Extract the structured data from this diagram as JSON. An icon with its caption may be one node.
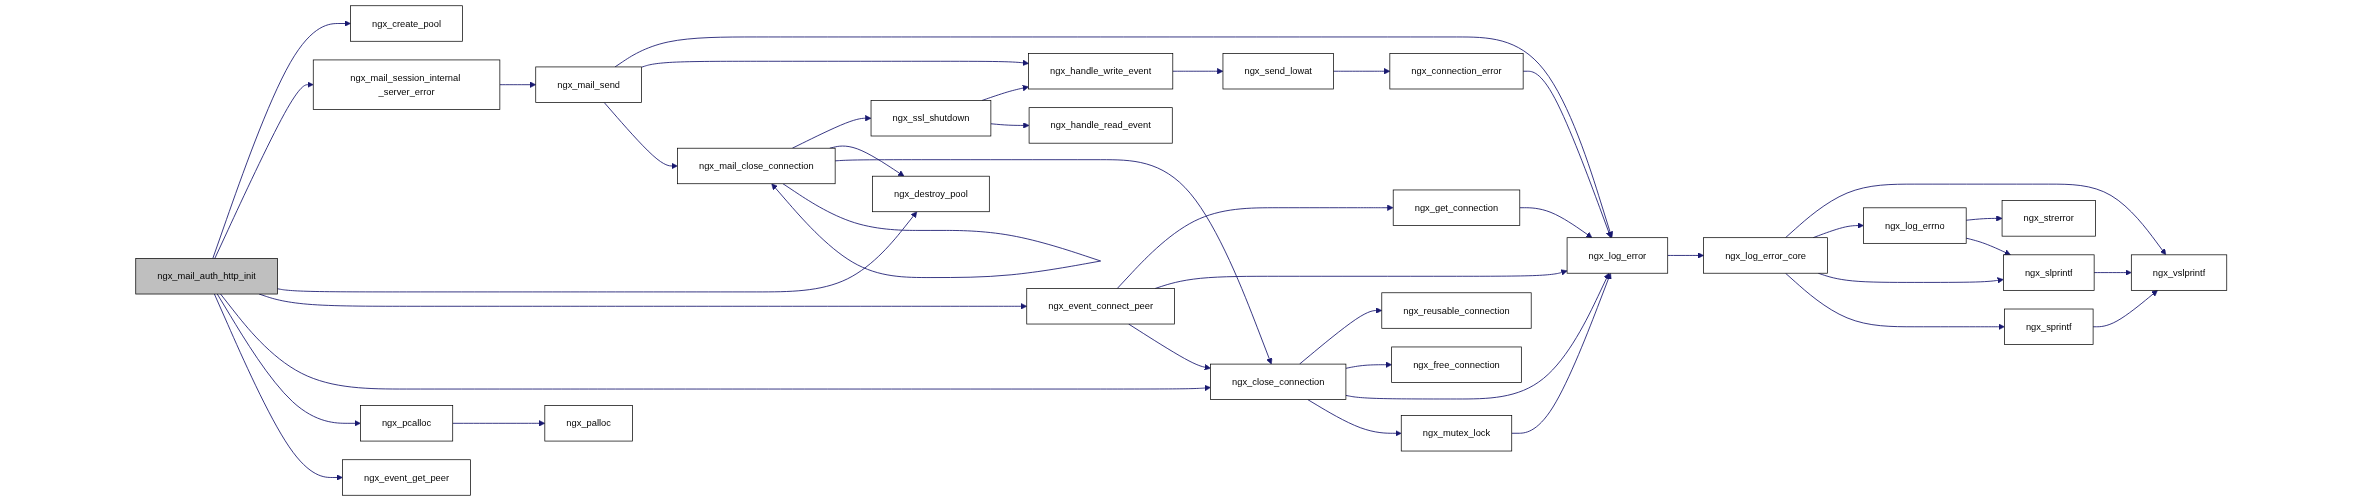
{
  "diagram": {
    "nodes": [
      {
        "text": [
          "ngx_mail_auth_http_init"
        ]
      },
      {
        "text": [
          "ngx_create_pool"
        ]
      },
      {
        "text": [
          "ngx_mail_session_internal _server_error"
        ]
      },
      {
        "text": [
          "ngx_pcalloc"
        ]
      },
      {
        "text": [
          "ngx_event_get_peer"
        ]
      },
      {
        "text": [
          "ngx_mail_send"
        ]
      },
      {
        "text": [
          "ngx_palloc"
        ]
      },
      {
        "text": [
          "ngx_mail_close_connection"
        ]
      },
      {
        "text": [
          "ngx_handle_write_event"
        ]
      },
      {
        "text": [
          "ngx_ssl_shutdown"
        ]
      },
      {
        "text": [
          "ngx_handle_read_event"
        ]
      },
      {
        "text": [
          "ngx_destroy_pool"
        ]
      },
      {
        "text": [
          "ngx_event_connect_peer"
        ]
      },
      {
        "text": [
          "ngx_send_lowat"
        ]
      },
      {
        "text": [
          "ngx_get_connection"
        ]
      },
      {
        "text": [
          "ngx_close_connection"
        ]
      },
      {
        "text": [
          "ngx_connection_error"
        ]
      },
      {
        "text": [
          "ngx_reusable_connection"
        ]
      },
      {
        "text": [
          "ngx_free_connection"
        ]
      },
      {
        "text": [
          "ngx_mutex_lock"
        ]
      },
      {
        "text": [
          "ngx_log_error"
        ]
      },
      {
        "text": [
          "ngx_log_error_core"
        ]
      },
      {
        "text": [
          "ngx_log_errno"
        ]
      },
      {
        "text": [
          "ngx_sprintf"
        ]
      },
      {
        "text": [
          "ngx_strerror"
        ]
      },
      {
        "text": [
          "ngx_slprintf"
        ]
      },
      {
        "text": [
          "ngx_vslprintf"
        ]
      }
    ],
    "edges": [
      {
        "from": 0,
        "to": 1,
        "arrow": "to"
      },
      {
        "from": 0,
        "to": 2,
        "arrow": "to"
      },
      {
        "from": 0,
        "to": 11,
        "arrow": "to"
      },
      {
        "from": 0,
        "to": 12,
        "arrow": "to"
      },
      {
        "from": 0,
        "to": 15,
        "arrow": "to"
      },
      {
        "from": 0,
        "to": 3,
        "arrow": "to"
      },
      {
        "from": 0,
        "to": 4,
        "arrow": "to"
      },
      {
        "from": 2,
        "to": 5,
        "arrow": "to"
      },
      {
        "from": 5,
        "to": 20,
        "arrow": "to"
      },
      {
        "from": 5,
        "to": 8,
        "arrow": "to"
      },
      {
        "from": 5,
        "to": 7,
        "arrow": "to"
      },
      {
        "from": 7,
        "to": 9,
        "arrow": "to"
      },
      {
        "from": 7,
        "to": 11,
        "arrow": "to"
      },
      {
        "from": 7,
        "to": 15,
        "arrow": "to"
      },
      {
        "from": 9,
        "to": 8,
        "arrow": "to"
      },
      {
        "from": 9,
        "to": 10,
        "arrow": "to"
      },
      {
        "from": 3,
        "to": 6,
        "arrow": "to"
      },
      {
        "from": 8,
        "to": 13,
        "arrow": "to"
      },
      {
        "from": 13,
        "to": 16,
        "arrow": "to"
      },
      {
        "from": 16,
        "to": 20,
        "arrow": "to"
      },
      {
        "from": 12,
        "to": 14,
        "arrow": "to"
      },
      {
        "from": 12,
        "to": 20,
        "arrow": "to"
      },
      {
        "from": 12,
        "to": 15,
        "arrow": "to"
      },
      {
        "from": 14,
        "to": 20,
        "arrow": "to"
      },
      {
        "from": 15,
        "to": 17,
        "arrow": "to"
      },
      {
        "from": 15,
        "to": 18,
        "arrow": "to"
      },
      {
        "from": 15,
        "to": 20,
        "arrow": "to"
      },
      {
        "from": 15,
        "to": 19,
        "arrow": "to"
      },
      {
        "from": 19,
        "to": 20,
        "arrow": "to"
      },
      {
        "from": 20,
        "to": 21,
        "arrow": "to"
      },
      {
        "from": 21,
        "to": 26,
        "arrow": "to"
      },
      {
        "from": 21,
        "to": 22,
        "arrow": "to"
      },
      {
        "from": 21,
        "to": 25,
        "arrow": "to"
      },
      {
        "from": 21,
        "to": 23,
        "arrow": "to"
      },
      {
        "from": 22,
        "to": 24,
        "arrow": "to"
      },
      {
        "from": 22,
        "to": 25,
        "arrow": "to"
      },
      {
        "from": 25,
        "to": 26,
        "arrow": "to"
      },
      {
        "from": 23,
        "to": 26,
        "arrow": "to"
      },
      {
        "from": 7,
        "to": 7,
        "arrow": "to"
      }
    ]
  }
}
